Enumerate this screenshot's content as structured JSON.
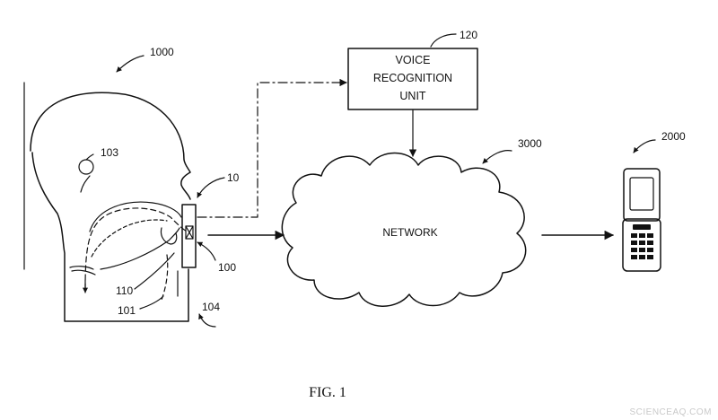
{
  "figure": {
    "caption": "FIG. 1",
    "watermark": "SCIENCEAQ.COM"
  },
  "labels": {
    "system": "1000",
    "voice_unit_ref": "120",
    "network_ref": "3000",
    "phone_ref": "2000",
    "point_103": "103",
    "device_10": "10",
    "device_100": "100",
    "ref_110": "110",
    "ref_101": "101",
    "ref_104": "104"
  },
  "voice_unit": {
    "line1": "VOICE",
    "line2": "RECOGNITION",
    "line3": "UNIT"
  },
  "network": {
    "label": "NETWORK"
  }
}
